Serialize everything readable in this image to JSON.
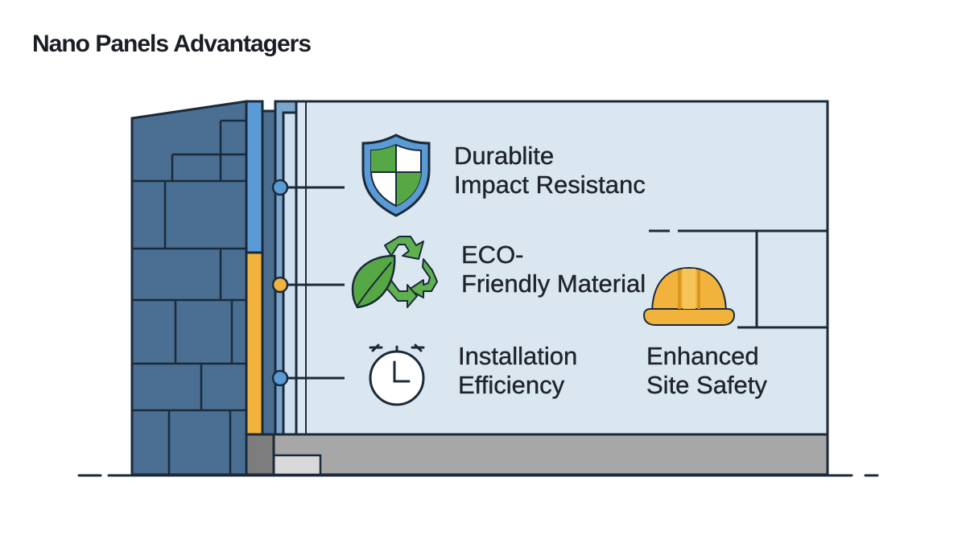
{
  "title": "Nano Panels Advantagers",
  "features": [
    {
      "line1": "Durablite",
      "line2": "Impact Resistanc",
      "icon": "shield-icon",
      "dot_color": "#5b9bd5"
    },
    {
      "line1": "ECO-",
      "line2": "Friendly Material",
      "icon": "recycle-leaf-icon",
      "dot_color": "#f2b33d"
    },
    {
      "line1": "Installation",
      "line2": "Efficiency",
      "icon": "stopwatch-icon",
      "dot_color": "#5b9bd5"
    },
    {
      "line1": "Enhanced",
      "line2": "Site Safety",
      "icon": "hard-hat-icon"
    }
  ],
  "colors": {
    "brick": "#4a6f93",
    "brick_mortar": "#1b2a3a",
    "panel_fill": "#dbe7f0",
    "outline": "#1b2a3a",
    "accent_blue": "#5b9bd5",
    "accent_yellow": "#f2b33d",
    "shield_green": "#56a845",
    "recycle_green": "#5fb04f",
    "ground_gray": "#a3a3a3"
  }
}
